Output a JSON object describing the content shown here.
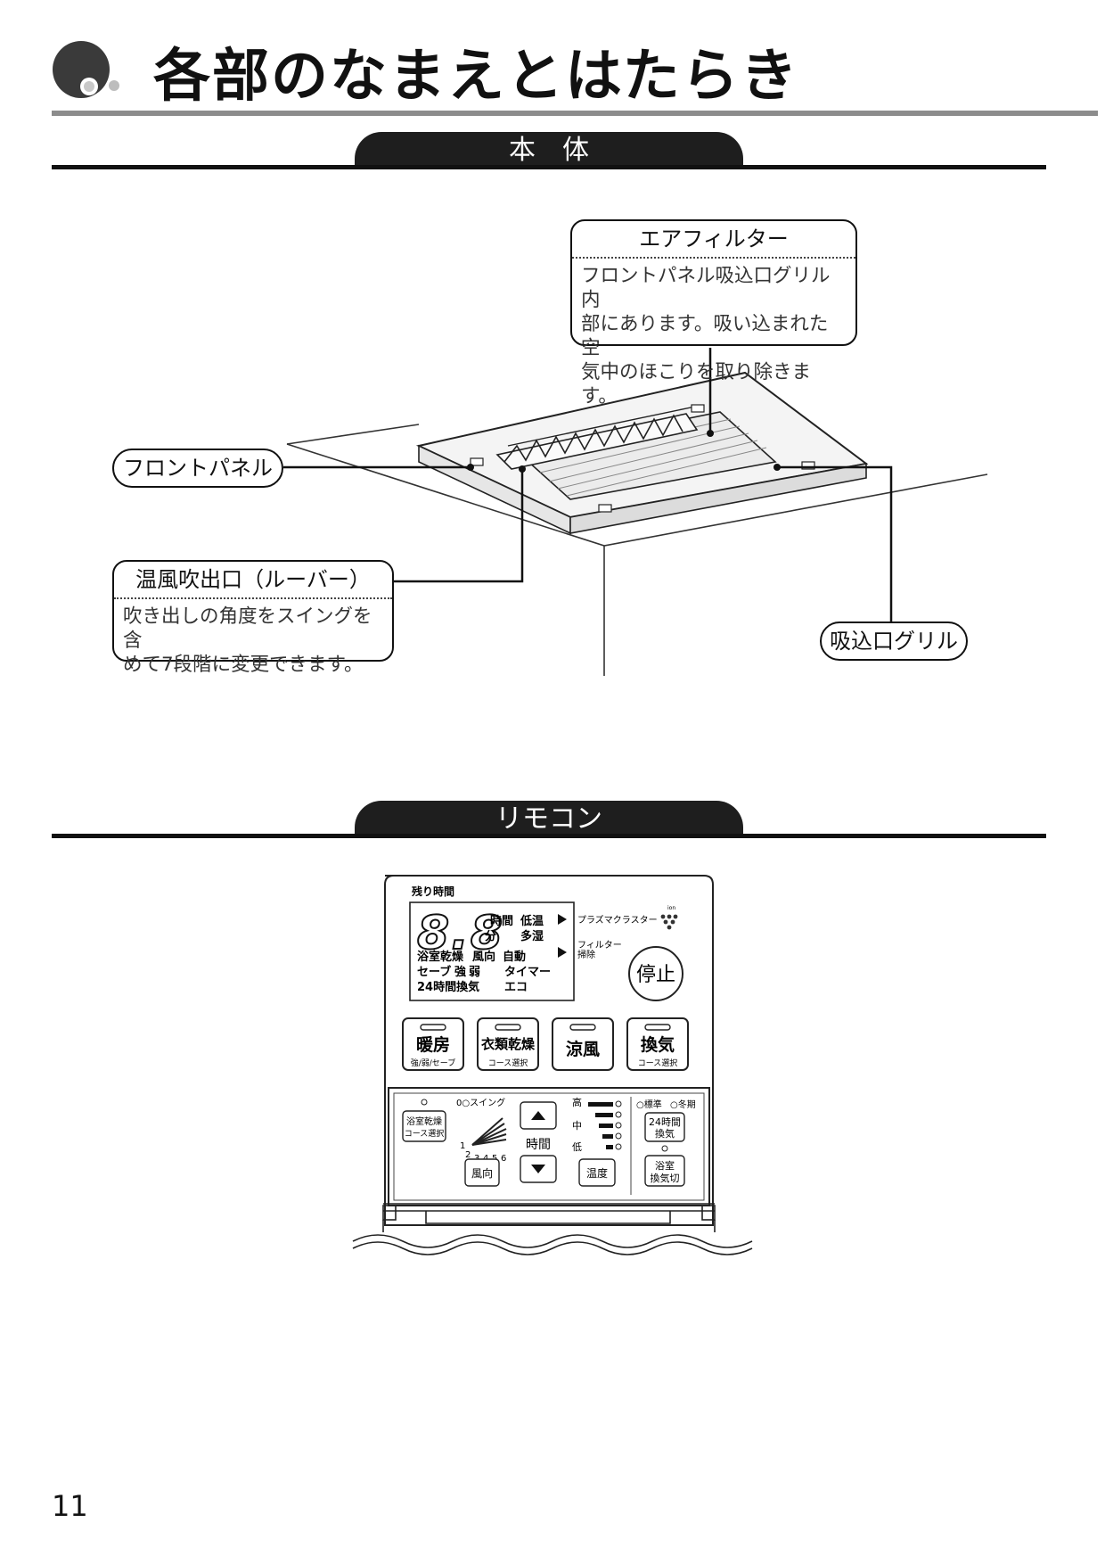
{
  "page_title": "各部のなまえとはたらき",
  "sections": {
    "main_unit": "本　体",
    "remote": "リモコン"
  },
  "callouts": {
    "air_filter": {
      "title": "エアフィルター",
      "line1": "フロントパネル吸込口グリル内",
      "line2": "部にあります。吸い込まれた空",
      "line3": "気中のほこりを取り除きます。"
    },
    "front_panel": "フロントパネル",
    "louver": {
      "title": "温風吹出口（ルーバー）",
      "line1": "吹き出しの角度をスイングを含",
      "line2": "めて7段階に変更できます。"
    },
    "intake_grill": "吸込口グリル"
  },
  "remote": {
    "remaining_time": "残り時間",
    "display_digits": "8.8",
    "hours": "時間",
    "minutes": "分",
    "low_temp": "低温",
    "high_humid": "多湿",
    "bath_dry": "浴室乾燥",
    "air_dir": "風向",
    "auto": "自動",
    "save": "セーブ",
    "strong": "強",
    "weak": "弱",
    "timer": "タイマー",
    "vent24": "24時間換気",
    "eco": "エコ",
    "plasma_cluster": "プラズマクラスター",
    "ion": "ion",
    "filter": "フィルター",
    "clean": "掃除",
    "stop": "停止",
    "buttons": [
      {
        "label": "暖房",
        "sub": "強/弱/セーブ"
      },
      {
        "label": "衣類乾燥",
        "sub": "コース選択"
      },
      {
        "label": "涼風",
        "sub": ""
      },
      {
        "label": "換気",
        "sub": "コース選択"
      }
    ],
    "lower": {
      "bath_dry_l1": "浴室乾燥",
      "bath_dry_l2": "コース選択",
      "swing": "0○スイング",
      "n1": "1",
      "n2": "2",
      "n3": "3",
      "n4": "4",
      "n5": "5",
      "n6": "6",
      "wind_dir": "風向",
      "time": "時間",
      "high": "高",
      "mid": "中",
      "low": "低",
      "temp": "温度",
      "standard": "○標準",
      "winter": "○冬期",
      "vent24_l1": "24時間",
      "vent24_l2": "換気",
      "bath_vent_l1": "浴室",
      "bath_vent_l2": "換気切"
    }
  },
  "page_number": "11"
}
